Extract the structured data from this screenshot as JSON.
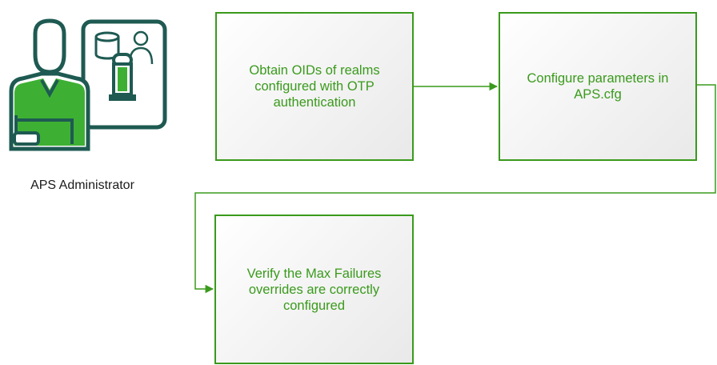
{
  "actor": {
    "label": "APS Administrator",
    "icon": "administrator-icon"
  },
  "steps": [
    {
      "id": "step-1",
      "text": "Obtain OIDs of realms configured with OTP authentication"
    },
    {
      "id": "step-2",
      "text": "Configure parameters in APS.cfg"
    },
    {
      "id": "step-3",
      "text": "Verify the Max Failures overrides are correctly configured"
    }
  ],
  "colors": {
    "accent": "#3a9a1c",
    "icon_dark": "#1e5a52",
    "icon_green": "#3db033",
    "box_fill": "#efefef"
  }
}
